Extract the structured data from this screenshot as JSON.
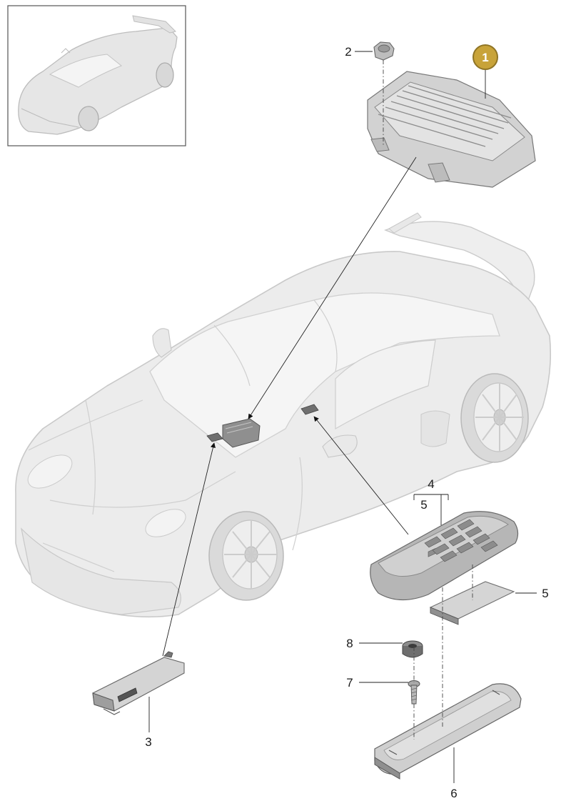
{
  "diagram": {
    "callouts": [
      {
        "id": "c1",
        "label": "1",
        "highlighted": true
      },
      {
        "id": "c2",
        "label": "2"
      },
      {
        "id": "c3",
        "label": "3"
      },
      {
        "id": "c4",
        "label": "4"
      },
      {
        "id": "c5a",
        "label": "5"
      },
      {
        "id": "c5b",
        "label": "5"
      },
      {
        "id": "c6",
        "label": "6"
      },
      {
        "id": "c7",
        "label": "7"
      },
      {
        "id": "c8",
        "label": "8"
      }
    ],
    "colors": {
      "highlight": "#c8a339",
      "highlight_border": "#8f7425",
      "car": "#ececec",
      "part_fill": "#cfcfcf",
      "part_dark": "#8a8a8a"
    }
  }
}
